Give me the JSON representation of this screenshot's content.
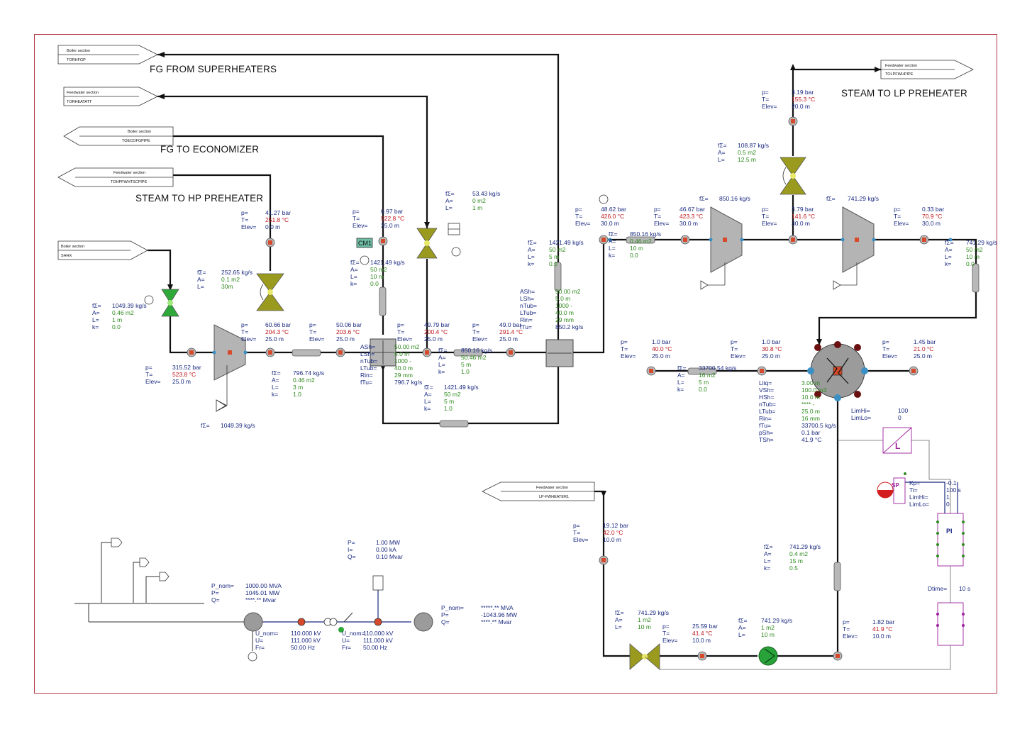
{
  "headings": {
    "fg_from_superheaters": "FG FROM SUPERHEATERS",
    "fg_to_economizer": "FG TO ECONOMIZER",
    "steam_to_hp": "STEAM TO HP PREHEATER",
    "steam_to_lp": "STEAM TO LP PREHEATER"
  },
  "connectors": [
    {
      "id": "c1",
      "line1": "Boiler section",
      "line2": "TORHFGP"
    },
    {
      "id": "c2",
      "line1": "Feedwater section",
      "line2": "TORHEATATT"
    },
    {
      "id": "c3",
      "line1": "Boiler section",
      "line2": "TOECOFGPIPE"
    },
    {
      "id": "c4",
      "line1": "Feedwater section",
      "line2": "TOHPFWHTSCPIPE"
    },
    {
      "id": "c5",
      "line1": "Boiler section",
      "line2": "SHHX"
    },
    {
      "id": "c6",
      "line1": "Feedwater section",
      "line2": "TOLPFWHPIPE"
    },
    {
      "id": "c7",
      "line1": "Feedwater section",
      "line2": "LP-FWHEATER1"
    }
  ],
  "labels": {
    "hp_extr": {
      "p": "41.27 bar",
      "T": "251.8 °C",
      "Elev": "0.0 m"
    },
    "v1": {
      "f": "252.65 kg/s",
      "A": "0.1 m2",
      "L": "30m"
    },
    "inlet_valve": {
      "f": "1049.39 kg/s",
      "A": "0.46 m2",
      "L": "1 m",
      "k": "0.0"
    },
    "turb1_in": {
      "p": "315.52 bar",
      "T": "523.8 °C",
      "Elev": "25.0 m"
    },
    "turb1_flow": {
      "f": "1049.39 kg/s"
    },
    "turb1_out": {
      "p": "60.66 bar",
      "T": "204.3 °C",
      "Elev": "25.0 m"
    },
    "pipe2": {
      "f": "796.74 kg/s",
      "A": "0.46 m2",
      "L": "3 m",
      "k": "1.0"
    },
    "node2": {
      "p": "50.06 bar",
      "T": "203.6 °C",
      "Elev": "25.0 m"
    },
    "rh_top": {
      "p": "0.97 bar",
      "T": "522.8 °C",
      "Elev": "25.0 m"
    },
    "cm1": "CM1",
    "rh_pipe": {
      "f": "1421.49 kg/s",
      "A": "50 m2",
      "L": "10 m",
      "k": "0.0"
    },
    "rh_hx": {
      "ASh": "50.00 m2",
      "LSh": "5.0 m",
      "nTub": "1000 -",
      "LTub": "40.0 m",
      "Rin": "29 mm",
      "fTu": "796.7 kg/s"
    },
    "node3": {
      "p": "49.79 bar",
      "T": "200.4 °C",
      "Elev": "25.0 m"
    },
    "v2": {
      "f": "53.43 kg/s",
      "A": "0 m2",
      "L": "1 m"
    },
    "pipe3": {
      "f": "850.16 kg/s",
      "A": "50.46 m2",
      "L": "5 m",
      "k": "1.0"
    },
    "node4": {
      "p": "49.0 bar",
      "T": "291.4 °C",
      "Elev": "25.0 m"
    },
    "ret_pipe": {
      "f": "1421.49 kg/s",
      "A": "50 m2",
      "L": "5 m",
      "k": "1.0"
    },
    "fg_pipe": {
      "f": "1421.49 kg/s",
      "A": "50 m2",
      "L": "5 m",
      "k": "0.0"
    },
    "hx2": {
      "ASh": "50.00 m2",
      "LSh": "5.0 m",
      "nTub": "1000 -",
      "LTub": "40.0 m",
      "Rin": "29 mm",
      "fTu": "850.2 kg/s"
    },
    "ip_in": {
      "p": "48.62 bar",
      "T": "426.0 °C",
      "Elev": "30.0 m"
    },
    "pipe4": {
      "f": "850.16 kg/s",
      "A": "0.46 m2",
      "L": "10 m",
      "k": "0.0"
    },
    "node5": {
      "p": "46.67 bar",
      "T": "423.3 °C",
      "Elev": "30.0 m"
    },
    "turb2_flow": {
      "f": "850.16 kg/s"
    },
    "lp_extr": {
      "p": "3.19 bar",
      "T": "155.3 °C",
      "Elev": "20.0 m"
    },
    "v3": {
      "f": "108.87 kg/s",
      "A": "0.5 m2",
      "L": "12.5 m"
    },
    "node6": {
      "p": "3.79 bar",
      "T": "141.6 °C",
      "Elev": "30.0 m"
    },
    "turb3_flow": {
      "f": "741.29 kg/s"
    },
    "node7": {
      "p": "0.33 bar",
      "T": "70.9 °C",
      "Elev": "30.0 m"
    },
    "pipe5": {
      "f": "741.29 kg/s",
      "A": "50 m2",
      "L": "10 m",
      "k": "0.0"
    },
    "cw_in": {
      "p": "1.0 bar",
      "T": "40.0 °C",
      "Elev": "25.0 m"
    },
    "cw_pipe": {
      "f": "33700.54 kg/s",
      "A": "16 m2",
      "L": "5 m",
      "k": "0.0"
    },
    "cw_node": {
      "p": "1.0 bar",
      "T": "30.8 °C",
      "Elev": "25.0 m"
    },
    "cond_out": {
      "p": "1.45 bar",
      "T": "21.0 °C",
      "Elev": "25.0 m"
    },
    "cond": {
      "Lliq": "3.00 m",
      "VSh": "100.0 m3",
      "HSh": "10.0 m",
      "nTub": "**** -",
      "LTub": "25.0 m",
      "Rin": "16 mm",
      "fTu": "33700.5 kg/s",
      "pSh": "0.1 bar",
      "TSh": "41.9 °C"
    },
    "lim": {
      "LimHi": "100",
      "LimLo": "0"
    },
    "pi": {
      "Kp": "-0.1",
      "Ti": "100 s",
      "LimHi": "1",
      "LimLo": "0"
    },
    "dtime": {
      "Dtime": "10 s"
    },
    "fw_out": {
      "p": "19.12 bar",
      "T": "42.0 °C",
      "Elev": "10.0 m"
    },
    "pipe6": {
      "f": "741.29 kg/s",
      "A": "0.4 m2",
      "L": "15 m",
      "k": "0.5"
    },
    "cv": {
      "f": "741.29 kg/s",
      "A": "1 m2",
      "L": "10 m"
    },
    "node8": {
      "p": "25.59 bar",
      "T": "41.4 °C",
      "Elev": "10.0 m"
    },
    "pump": {
      "f": "741.29 kg/s",
      "A": "1 m2",
      "L": "10 m"
    },
    "node9": {
      "p": "1.82 bar",
      "T": "41.9 °C",
      "Elev": "10.0 m"
    },
    "gen": {
      "P_nom": "1000.00 MVA",
      "P": "1045.01 MW",
      "Q": "****.** Mvar"
    },
    "gen_bus": {
      "U_nom": "110.000 kV",
      "U": "111.000 kV",
      "Fr": "50.00 Hz"
    },
    "load": {
      "P": "1.00 MW",
      "I": "0.00 kA",
      "Q": "0.10 Mvar"
    },
    "bus2": {
      "U_nom": "110.000 kV",
      "U": "111.000 kV",
      "Fr": "50.00 Hz"
    },
    "grid": {
      "P_nom": "*****.** MVA",
      "P": "-1043.96 MW",
      "Q": "****.** Mvar"
    }
  },
  "colors": {
    "frame": "#b03a48",
    "valve": "#9a9a1e",
    "turbine": "#b4b4b4",
    "node": "#d6492a",
    "pump": "#27a33a",
    "ctrl": "#9b1f9b"
  }
}
